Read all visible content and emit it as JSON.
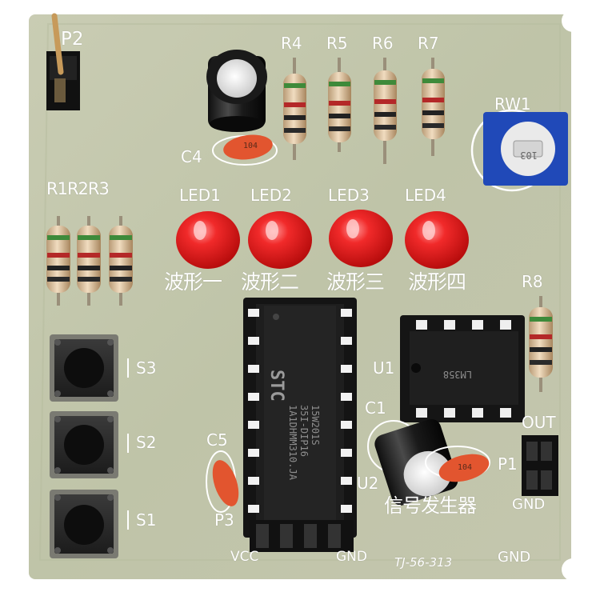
{
  "board": {
    "pcb_color": "#c8cbb1",
    "silkscreen_color": "#ffffff",
    "labels": {
      "p2": "P2",
      "r4": "R4",
      "r5": "R5",
      "r6": "R6",
      "r7": "R7",
      "rw1": "RW1",
      "c4": "C4",
      "r1r2r3": "R1R2R3",
      "led1": "LED1",
      "led2": "LED2",
      "led3": "LED3",
      "led4": "LED4",
      "wave1": "波形一",
      "wave2": "波形二",
      "wave3": "波形三",
      "wave4": "波形四",
      "r8": "R8",
      "s3": "S3",
      "s2": "S2",
      "s1": "S1",
      "u1": "U1",
      "c1": "C1",
      "c5": "C5",
      "u2": "U2",
      "out": "OUT",
      "p1": "P1",
      "gnd_p1": "GND",
      "p3": "P3",
      "signal_generator": "信号发生器",
      "vcc": "VCC",
      "gnd_p3": "GND",
      "board_id": "TJ-56-313",
      "gnd_corner": "GND"
    },
    "chips": {
      "u2_brand": "STC",
      "u2_line1": "15W201S",
      "u2_line2": "35I-DIP16",
      "u2_line3": "1A1DHMM310.JA",
      "u1_marking": "LM358",
      "trimmer_code": "103",
      "ceramic_cap_code": "104"
    }
  }
}
